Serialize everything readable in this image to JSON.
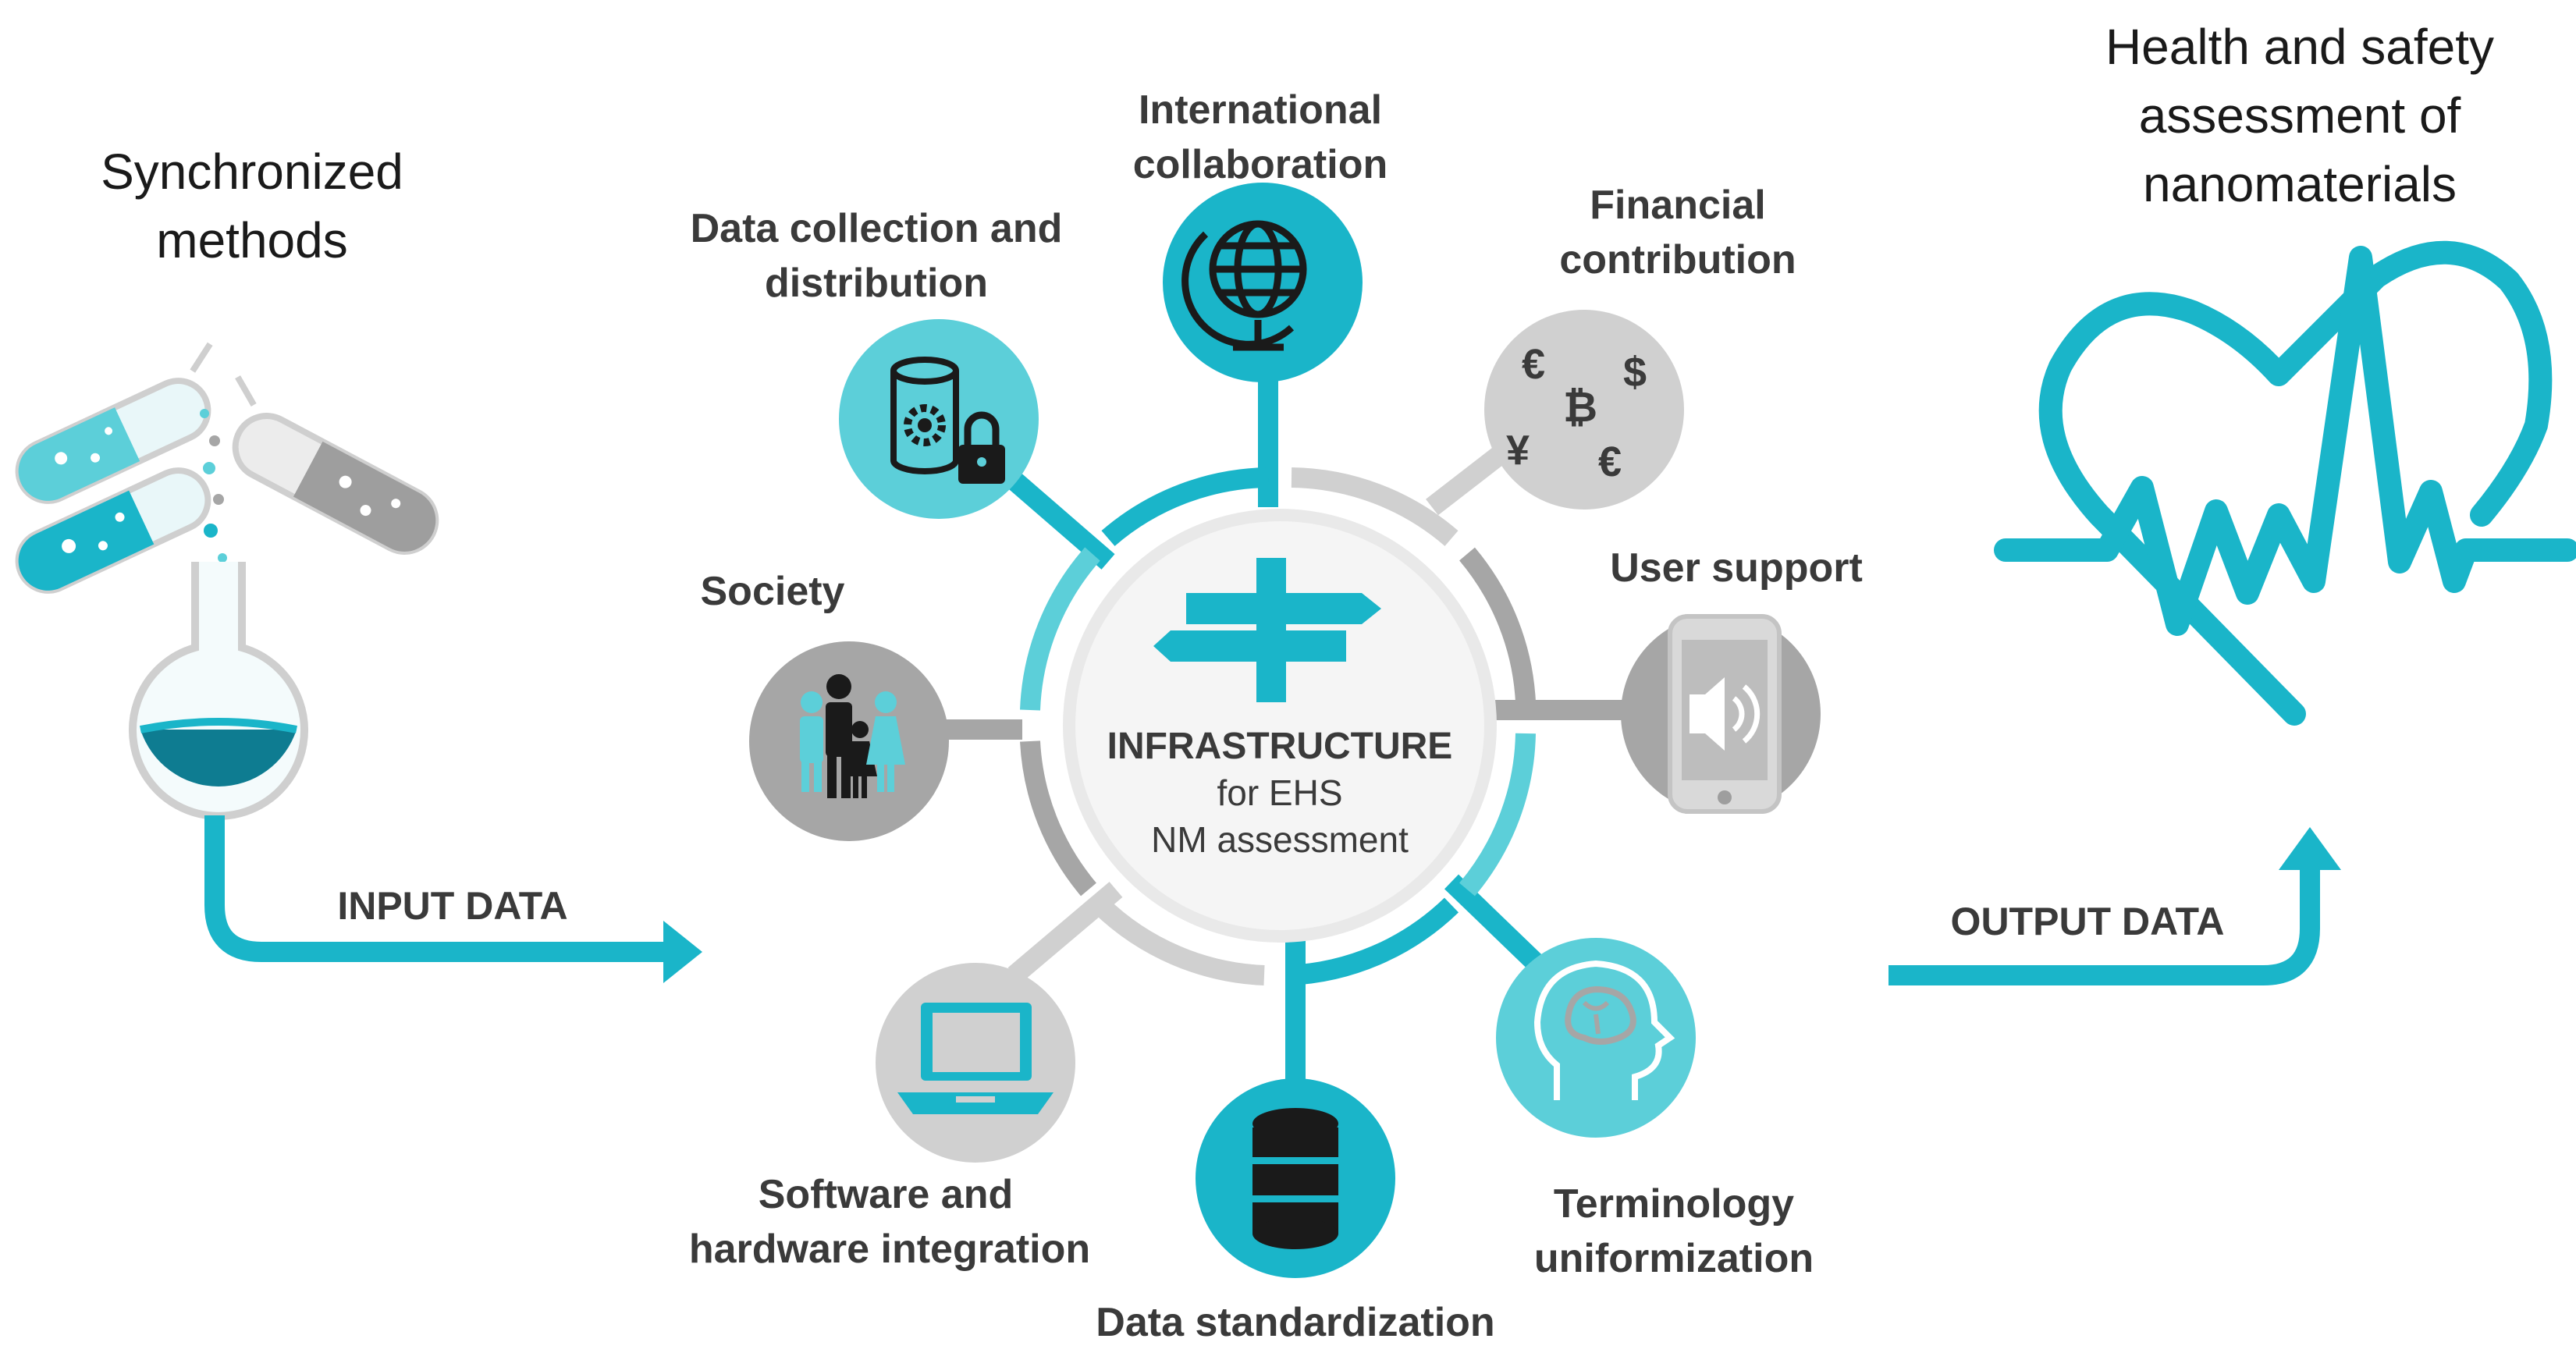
{
  "left_title": [
    "Synchronized",
    "methods"
  ],
  "right_title": [
    "Health and safety",
    "assessment of",
    "nanomaterials"
  ],
  "input_label": "INPUT DATA",
  "output_label": "OUTPUT DATA",
  "hub": {
    "title": "INFRASTRUCTURE",
    "subtitle_lines": [
      "for EHS",
      "NM assessment"
    ]
  },
  "nodes": {
    "international": [
      "International",
      "collaboration"
    ],
    "financial": [
      "Financial",
      "contribution"
    ],
    "user_support": [
      "User support"
    ],
    "terminology": [
      "Terminology",
      "uniformization"
    ],
    "standardization": [
      "Data standardization"
    ],
    "software": [
      "Software and",
      "hardware integration"
    ],
    "society": [
      "Society"
    ],
    "data_collection": [
      "Data collection and",
      "distribution"
    ]
  },
  "currency_symbols": [
    "€",
    "$",
    "₿",
    "¥",
    "€"
  ],
  "colors": {
    "teal": "#1ab5c9",
    "teal_light": "#5ccfd9",
    "grey": "#a6a6a6",
    "grey_light": "#d0d0d0",
    "text": "#3a3a3a"
  }
}
